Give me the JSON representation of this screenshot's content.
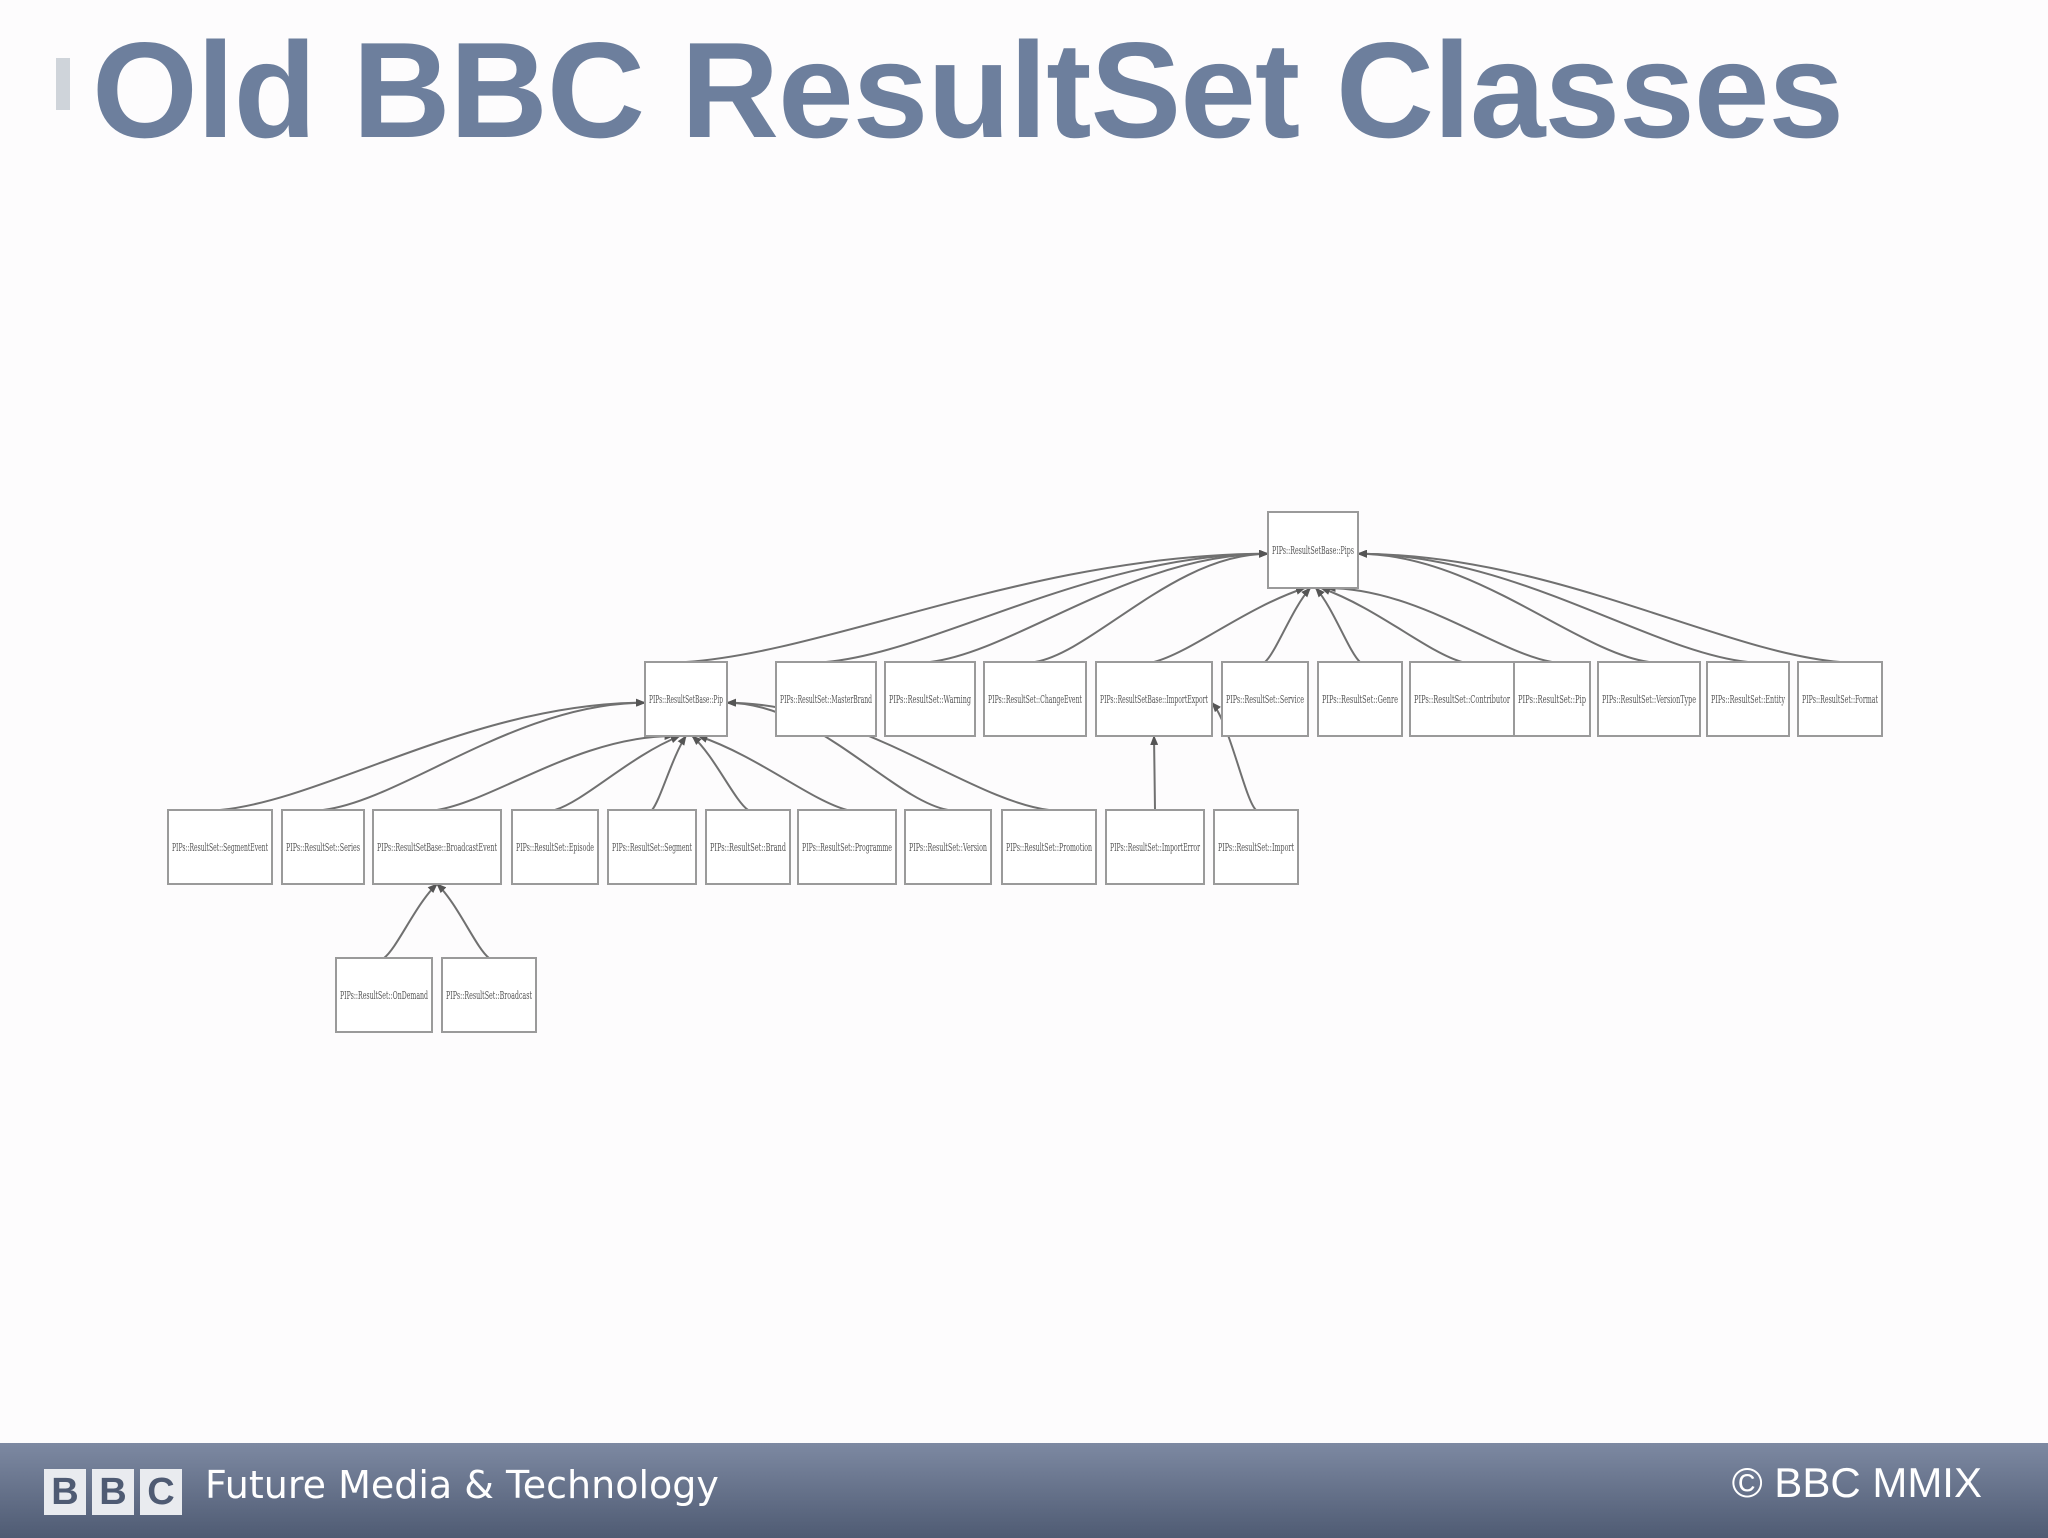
{
  "slide": {
    "title": "Old BBC ResultSet Classes"
  },
  "footer": {
    "logo_letters": [
      "B",
      "B",
      "C"
    ],
    "department": "Future Media & Technology",
    "copyright": "© BBC MMIX"
  },
  "diagram": {
    "nodes": [
      {
        "id": "root",
        "label": "PIPs::ResultSetBase::Pips"
      },
      {
        "id": "mid",
        "label": "PIPs::ResultSetBase::Pip"
      },
      {
        "id": "r1",
        "label": "PIPs::ResultSet::MasterBrand"
      },
      {
        "id": "r2",
        "label": "PIPs::ResultSet::Warning"
      },
      {
        "id": "r3",
        "label": "PIPs::ResultSet::ChangeEvent"
      },
      {
        "id": "r4",
        "label": "PIPs::ResultSetBase::ImportExport"
      },
      {
        "id": "r5",
        "label": "PIPs::ResultSet::Service"
      },
      {
        "id": "r6",
        "label": "PIPs::ResultSet::Genre"
      },
      {
        "id": "r7",
        "label": "PIPs::ResultSet::Contributor"
      },
      {
        "id": "r8",
        "label": "PIPs::ResultSet::Pip"
      },
      {
        "id": "r9",
        "label": "PIPs::ResultSet::VersionType"
      },
      {
        "id": "r10",
        "label": "PIPs::ResultSet::Entity"
      },
      {
        "id": "r11",
        "label": "PIPs::ResultSet::Format"
      },
      {
        "id": "m1",
        "label": "PIPs::ResultSet::SegmentEvent"
      },
      {
        "id": "m2",
        "label": "PIPs::ResultSet::Series"
      },
      {
        "id": "m3",
        "label": "PIPs::ResultSetBase::BroadcastEvent"
      },
      {
        "id": "m4",
        "label": "PIPs::ResultSet::Episode"
      },
      {
        "id": "m5",
        "label": "PIPs::ResultSet::Segment"
      },
      {
        "id": "m6",
        "label": "PIPs::ResultSet::Brand"
      },
      {
        "id": "m7",
        "label": "PIPs::ResultSet::Programme"
      },
      {
        "id": "m8",
        "label": "PIPs::ResultSet::Version"
      },
      {
        "id": "m9",
        "label": "PIPs::ResultSet::Promotion"
      },
      {
        "id": "i1",
        "label": "PIPs::ResultSet::ImportError"
      },
      {
        "id": "i2",
        "label": "PIPs::ResultSet::Import"
      },
      {
        "id": "b1",
        "label": "PIPs::ResultSet::OnDemand"
      },
      {
        "id": "b2",
        "label": "PIPs::ResultSet::Broadcast"
      }
    ],
    "edges": [
      {
        "from": "mid",
        "to": "root"
      },
      {
        "from": "r1",
        "to": "root"
      },
      {
        "from": "r2",
        "to": "root"
      },
      {
        "from": "r3",
        "to": "root"
      },
      {
        "from": "r4",
        "to": "root"
      },
      {
        "from": "r5",
        "to": "root"
      },
      {
        "from": "r6",
        "to": "root"
      },
      {
        "from": "r7",
        "to": "root"
      },
      {
        "from": "r8",
        "to": "root"
      },
      {
        "from": "r9",
        "to": "root"
      },
      {
        "from": "r10",
        "to": "root"
      },
      {
        "from": "r11",
        "to": "root"
      },
      {
        "from": "m1",
        "to": "mid"
      },
      {
        "from": "m2",
        "to": "mid"
      },
      {
        "from": "m3",
        "to": "mid"
      },
      {
        "from": "m4",
        "to": "mid"
      },
      {
        "from": "m5",
        "to": "mid"
      },
      {
        "from": "m6",
        "to": "mid"
      },
      {
        "from": "m7",
        "to": "mid"
      },
      {
        "from": "m8",
        "to": "mid"
      },
      {
        "from": "m9",
        "to": "mid"
      },
      {
        "from": "i1",
        "to": "r4"
      },
      {
        "from": "i2",
        "to": "r4"
      },
      {
        "from": "b1",
        "to": "m3"
      },
      {
        "from": "b2",
        "to": "m3"
      }
    ]
  }
}
